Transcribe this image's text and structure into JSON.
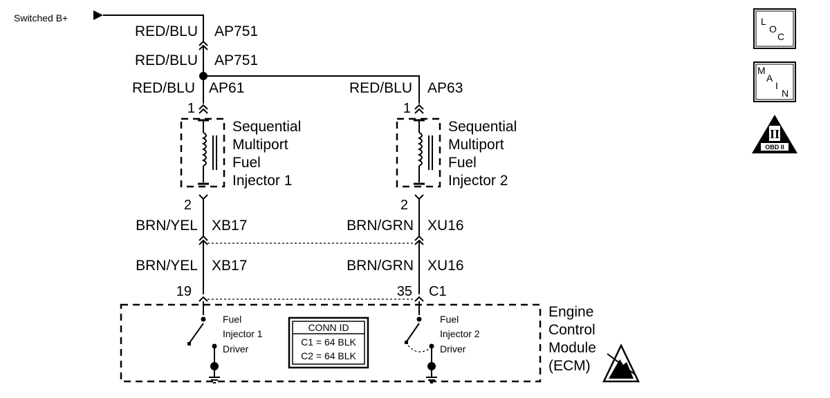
{
  "power_source": {
    "label": "Switched B+"
  },
  "wires": {
    "top_upper": {
      "color": "RED/BLU",
      "circuit": "AP751"
    },
    "top_lower": {
      "color": "RED/BLU",
      "circuit": "AP751"
    },
    "inj1_feed": {
      "color": "RED/BLU",
      "circuit": "AP61",
      "pin": "1"
    },
    "inj2_feed": {
      "color": "RED/BLU",
      "circuit": "AP63",
      "pin": "1"
    },
    "inj1_out_upper": {
      "color": "BRN/YEL",
      "circuit": "XB17",
      "pin": "2"
    },
    "inj2_out_upper": {
      "color": "BRN/GRN",
      "circuit": "XU16",
      "pin": "2"
    },
    "inj1_out_lower": {
      "color": "BRN/YEL",
      "circuit": "XB17",
      "pin": "19"
    },
    "inj2_out_lower": {
      "color": "BRN/GRN",
      "circuit": "XU16",
      "pin": "35",
      "connector": "C1"
    }
  },
  "injectors": [
    {
      "lines": [
        "Sequential",
        "Multiport",
        "Fuel",
        "Injector 1"
      ]
    },
    {
      "lines": [
        "Sequential",
        "Multiport",
        "Fuel",
        "Injector 2"
      ]
    }
  ],
  "ecm": {
    "name_lines": [
      "Engine",
      "Control",
      "Module",
      "(ECM)"
    ],
    "driver1_lines": [
      "Fuel",
      "Injector 1",
      "Driver"
    ],
    "driver2_lines": [
      "Fuel",
      "Injector 2",
      "Driver"
    ],
    "conn_id": {
      "title": "CONN ID",
      "rows": [
        "C1 = 64 BLK",
        "C2 = 64 BLK"
      ]
    }
  },
  "nav": {
    "loc": {
      "letters": [
        "L",
        "O",
        "C"
      ]
    },
    "main": {
      "letters": [
        "M",
        "A",
        "I",
        "N"
      ]
    },
    "obd": {
      "symbol": "II",
      "label": "OBD II"
    }
  }
}
